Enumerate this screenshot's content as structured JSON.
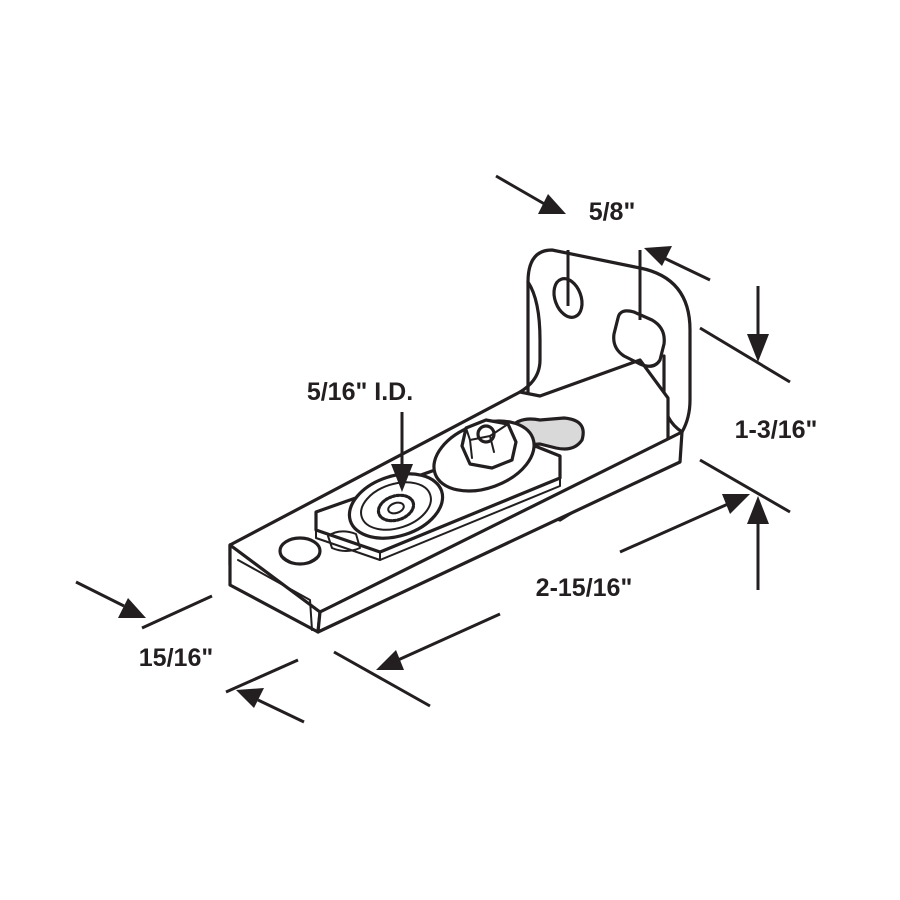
{
  "diagram": {
    "labels": {
      "slot_width": "5/8\"",
      "inner_diameter": "5/16\" I.D.",
      "height": "1-3/16\"",
      "length": "2-15/16\"",
      "width": "15/16\""
    },
    "colors": {
      "line": "#231f20",
      "background": "#ffffff",
      "shading": "#d9d9d9"
    }
  }
}
